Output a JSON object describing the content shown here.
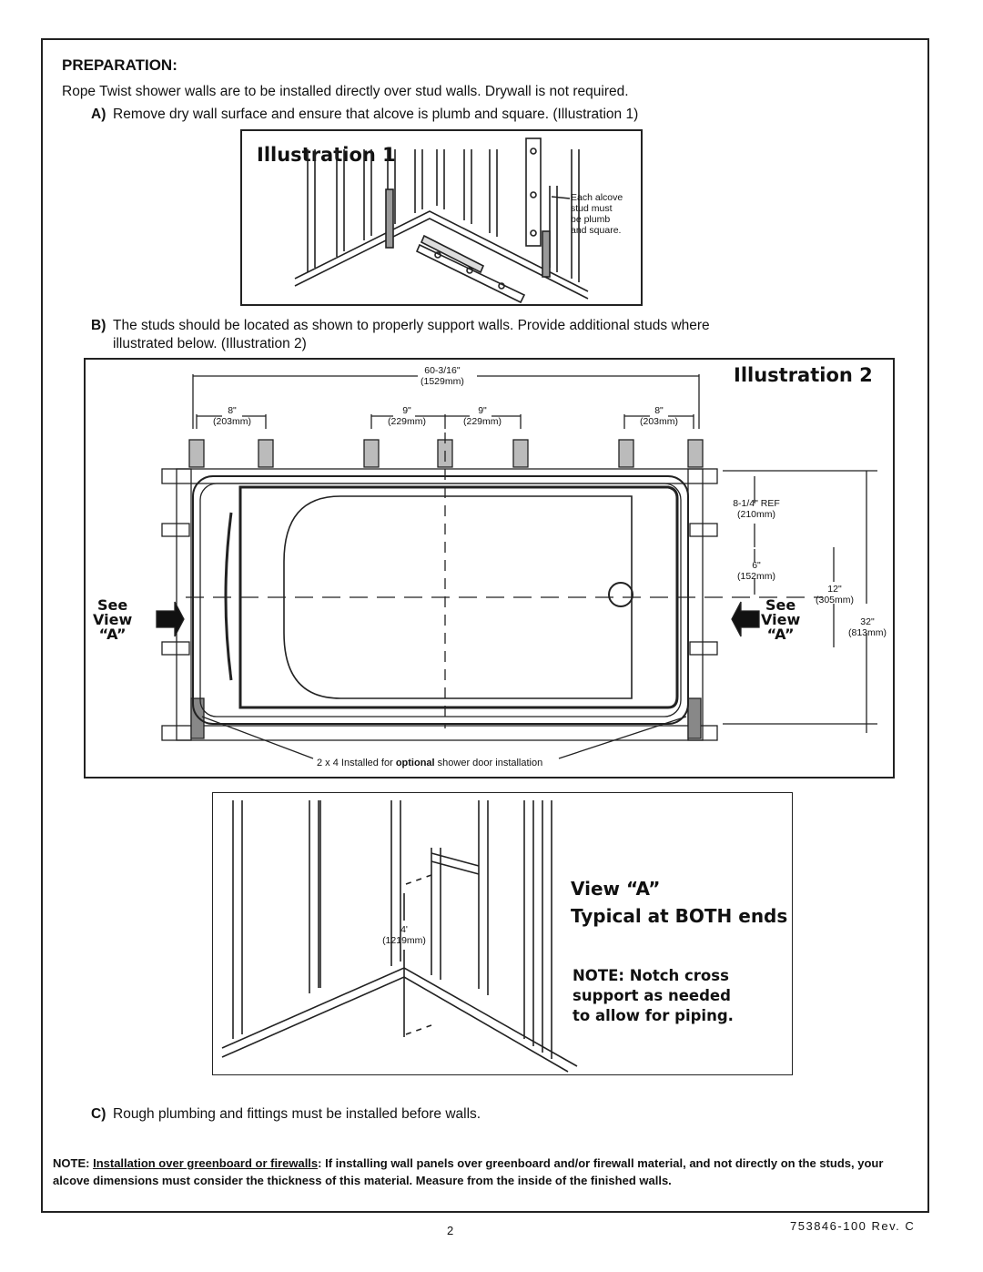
{
  "preparation": {
    "heading": "PREPARATION:",
    "intro": "Rope Twist shower walls are to be installed directly over stud walls. Drywall is not required.",
    "step_a_letter": "A)",
    "step_a_text": "Remove dry wall surface and ensure that alcove is plumb and square. (Illustration 1)",
    "step_b_letter": "B)",
    "step_b_line1": "The studs should be located as shown to properly support walls. Provide additional studs where",
    "step_b_line2": "illustrated below. (Illustration 2)",
    "step_c_letter": "C)",
    "step_c_text": "Rough plumbing and fittings must be installed before walls."
  },
  "illustration1": {
    "title": "Illustration 1",
    "callout": [
      "Each alcove",
      "stud must",
      "be plumb",
      "and square."
    ]
  },
  "illustration2": {
    "title": "Illustration 2",
    "overall_width": "60-3/16\"",
    "overall_width_mm": "(1529mm)",
    "dim_8_left": "8\"",
    "dim_8_left_mm": "(203mm)",
    "dim_9_a": "9\"",
    "dim_9_a_mm": "(229mm)",
    "dim_9_b": "9\"",
    "dim_9_b_mm": "(229mm)",
    "dim_8_right": "8\"",
    "dim_8_right_mm": "(203mm)",
    "ref_dim": "8-1/4\" REF",
    "ref_dim_mm": "(210mm)",
    "dim_6": "6\"",
    "dim_6_mm": "(152mm)",
    "dim_12": "12\"",
    "dim_12_mm": "(305mm)",
    "dim_32": "32\"",
    "dim_32_mm": "(813mm)",
    "see_view_left": [
      "See",
      "View",
      "“A”"
    ],
    "see_view_right": [
      "See",
      "View",
      "“A”"
    ],
    "caption_prefix": "2 x 4 Installed for ",
    "caption_bold": "optional",
    "caption_suffix": " shower door installation"
  },
  "view_a": {
    "title_line1": "View “A”",
    "title_line2": "Typical at BOTH ends",
    "note_line1": "NOTE: Notch cross",
    "note_line2": "support as needed",
    "note_line3": "to allow for piping.",
    "dim": "4'",
    "dim_mm": "(1219mm)"
  },
  "bottom_note": {
    "label": "NOTE:",
    "underlined": "Installation over greenboard or firewalls",
    "text": ": If installing wall panels over greenboard and/or firewall material, and not directly on the studs, your alcove dimensions must consider the thickness of this material. Measure from the inside of the finished walls."
  },
  "footer": {
    "page_number": "2",
    "doc_number": "753846-100 Rev. C"
  }
}
